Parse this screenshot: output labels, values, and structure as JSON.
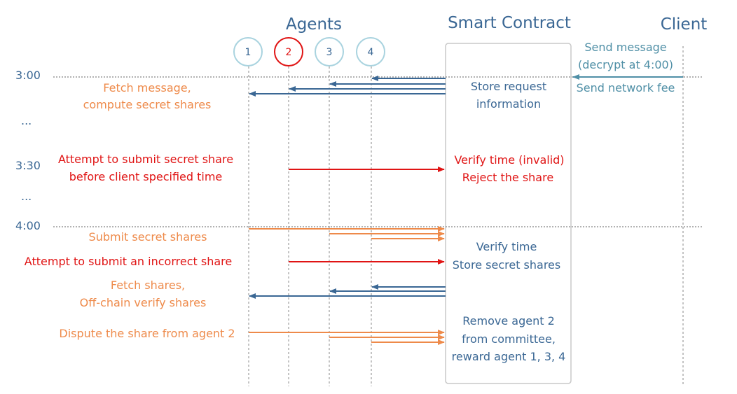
{
  "headers": {
    "agents": "Agents",
    "contract": "Smart Contract",
    "client": "Client"
  },
  "agents": [
    "1",
    "2",
    "3",
    "4"
  ],
  "times": {
    "t300": "3:00",
    "dots1": "...",
    "t330": "3:30",
    "dots2": "...",
    "t400": "4:00"
  },
  "left_labels": {
    "fetch1": "Fetch message,",
    "fetch2": "compute secret shares",
    "attempt1": "Attempt to submit secret share",
    "attempt2": "before client specified time",
    "submit": "Submit secret shares",
    "incorrect": "Attempt to submit an incorrect share",
    "fetchshares1": "Fetch shares,",
    "fetchshares2": "Off-chain verify shares",
    "dispute": "Dispute the share from agent 2"
  },
  "contract_labels": {
    "store1": "Store request",
    "store2": "information",
    "verifyinvalid": "Verify time (invalid)",
    "reject": "Reject the share",
    "verifytime": "Verify time",
    "storeshares": "Store secret shares",
    "remove1": "Remove agent 2",
    "remove2": "from committee,",
    "remove3": "reward agent 1, 3, 4"
  },
  "client_labels": {
    "send1": "Send message",
    "send2": "(decrypt at 4:00)",
    "fee": "Send network fee"
  },
  "colors": {
    "blue": "#3a6794",
    "teal": "#4f8fa6",
    "orange": "#ee8a4a",
    "red": "#e01414",
    "circle": "#a9d3df",
    "grid": "#999999",
    "box": "#c8c8c8"
  }
}
